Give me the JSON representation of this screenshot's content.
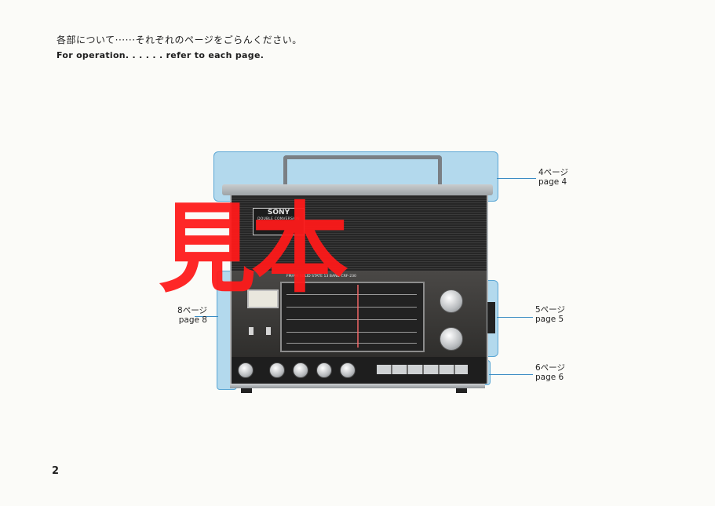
{
  "header": {
    "jp": "各部について······それぞれのページをごらんください。",
    "en": "For operation. . . . . . refer to each page."
  },
  "callouts": {
    "p4": {
      "jp": "4ページ",
      "en": "page 4"
    },
    "p5": {
      "jp": "5ページ",
      "en": "page 5"
    },
    "p6": {
      "jp": "6ページ",
      "en": "page 6"
    },
    "p8": {
      "jp": "8ページ",
      "en": "page 8"
    }
  },
  "radio": {
    "brand": "SONY",
    "badge_sub": "DOUBLE CONVERSION",
    "model": "FM/AM SOLID STATE 13 BAND   CRF-230"
  },
  "watermark": "見本",
  "page_number": "2",
  "colors": {
    "highlight": "#78bee4",
    "watermark": "#ff1a1a"
  }
}
